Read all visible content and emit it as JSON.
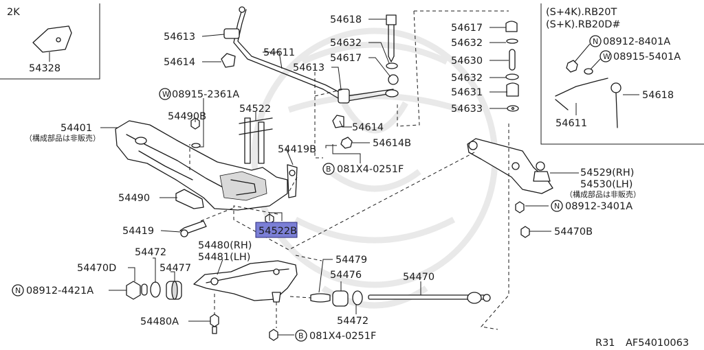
{
  "inset_left": {
    "tag": "2K",
    "part": "54328"
  },
  "inset_right": {
    "variant_1": "(S+4K).RB20T",
    "variant_2": "(S+K).RB20D#",
    "fastener_n": "08912-8401A",
    "fastener_w": "08915-5401A",
    "part_a": "54618",
    "part_b": "54611",
    "prefix_n": "N",
    "prefix_w": "W"
  },
  "labels": {
    "p54613_top": "54613",
    "p54614_top": "54614",
    "p54611": "54611",
    "p54613_mid": "54613",
    "p54618": "54618",
    "p54632_a": "54632",
    "p54617_a": "54617",
    "p54617_b": "54617",
    "p54632_b": "54632",
    "p54630": "54630",
    "p54632_c": "54632",
    "p54631": "54631",
    "p54633": "54633",
    "w08915_2361a": "08915-2361A",
    "p54490b": "54490B",
    "p54522": "54522",
    "p54401": "54401",
    "not_sold_1": "（構成部品は非販売）",
    "p54614_mid": "54614",
    "p54614b": "54614B",
    "p54419b": "54419B",
    "b081x4_top": "081X4-0251F",
    "p54490": "54490",
    "p54419": "54419",
    "p54522b": "54522B",
    "p54529": "54529(RH)",
    "p54530": "54530(LH)",
    "not_sold_2": "（構成部品は非販売）",
    "n08912_3401a": "08912-3401A",
    "p54470b": "54470B",
    "p54480": "54480(RH)",
    "p54481": "54481(LH)",
    "p54472_top": "54472",
    "p54470d": "54470D",
    "p54477": "54477",
    "n08912_4421a": "08912-4421A",
    "p54479": "54479",
    "p54476": "54476",
    "p54470": "54470",
    "p54472_bot": "54472",
    "p54480a": "54480A",
    "b081x4_bot": "081X4-0251F"
  },
  "prefixes": {
    "n": "N",
    "w": "W",
    "b": "B"
  },
  "footer": {
    "page": "R31",
    "ref": "AF54010063"
  },
  "colors": {
    "highlight": "#7b7fd6",
    "ink": "#1a1a1a"
  }
}
